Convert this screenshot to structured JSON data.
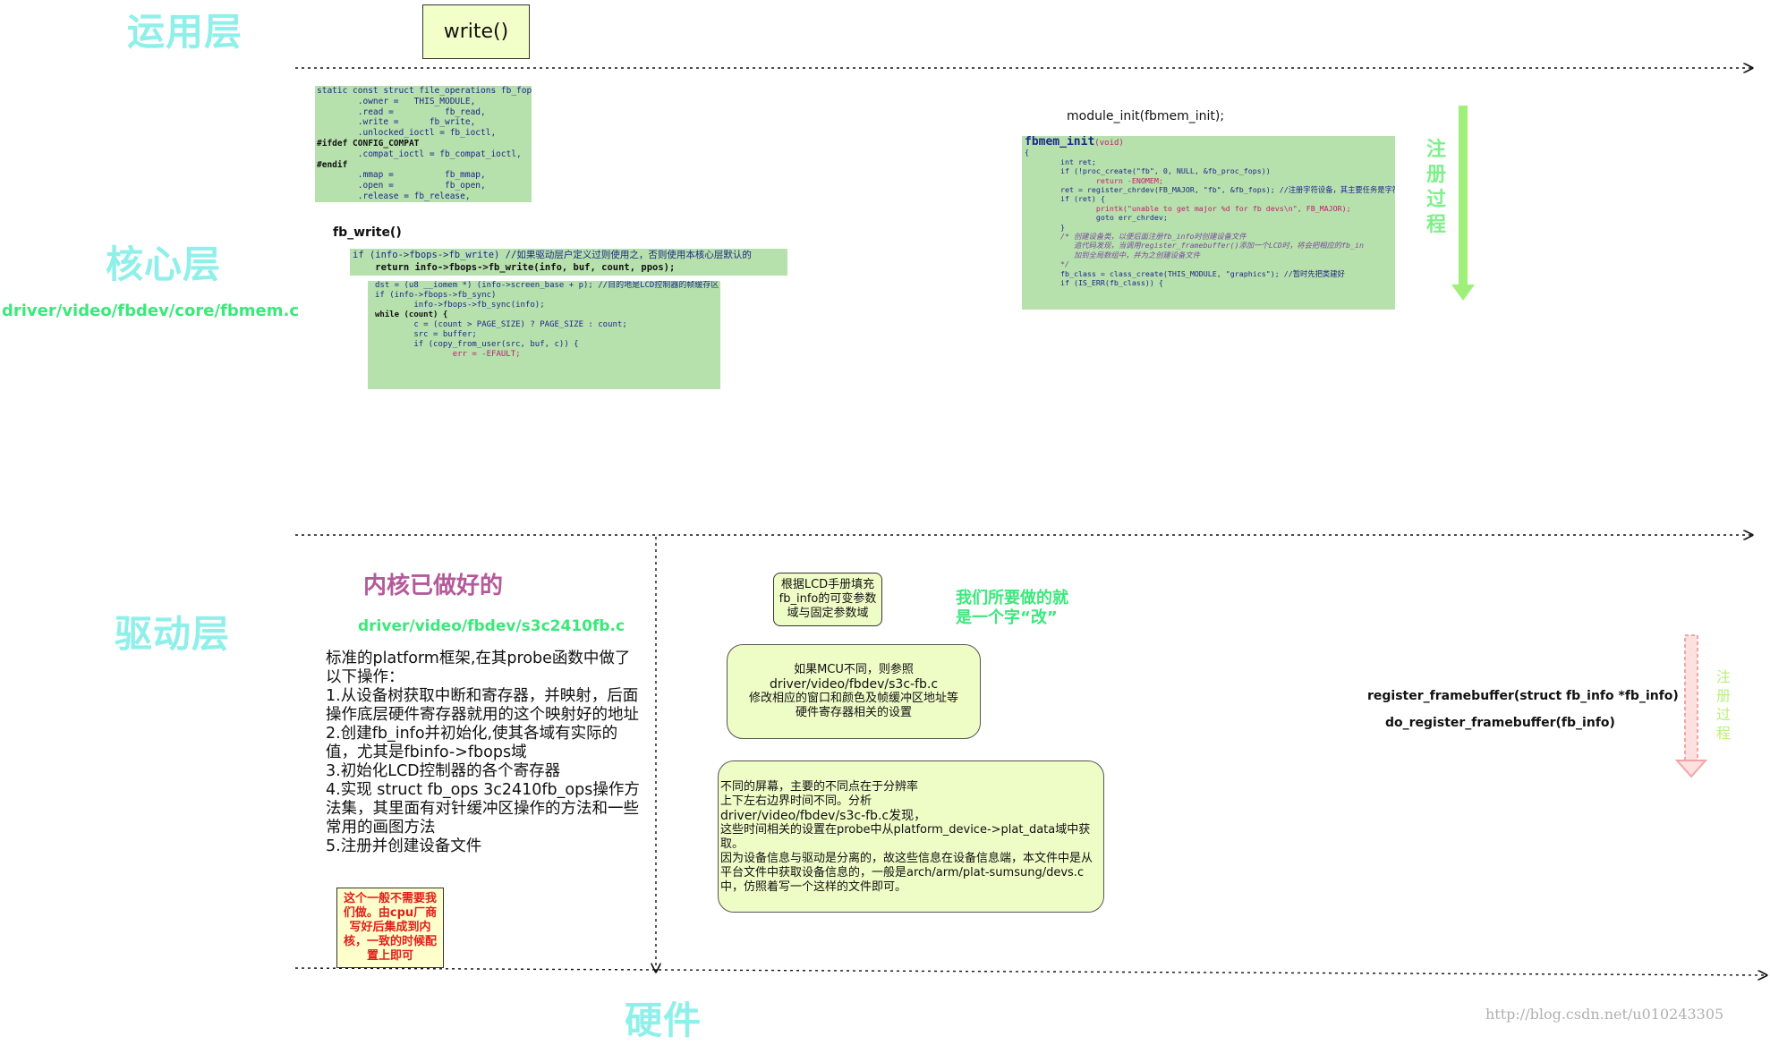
{
  "layers": {
    "app": "运用层",
    "core": "核心层",
    "core_path": "driver/video/fbdev/core/fbmem.c",
    "driver": "驱动层",
    "hardware": "硬件"
  },
  "write_box": "write()",
  "fops_code": [
    "static const struct file_operations fb_fops = {",
    "        .owner =   THIS_MODULE,",
    "        .read =          fb_read,",
    "        .write =      fb_write,",
    "        .unlocked_ioctl = fb_ioctl,",
    "#ifdef CONFIG_COMPAT",
    "        .compat_ioctl = fb_compat_ioctl,",
    "#endif",
    "        .mmap =          fb_mmap,",
    "        .open =          fb_open,",
    "        .release = fb_release,"
  ],
  "fb_write_title": "fb_write()",
  "fb_write_code": [
    "if (info->fbops->fb_write) //如果驱动层户定义过则使用之，否则使用本核心层默认的",
    "    return info->fbops->fb_write(info, buf, count, ppos);"
  ],
  "fb_write_code2": [
    "dst = (u8 __iomem *) (info->screen_base + p); //目的地是LCD控制器的帧缓存区",
    "",
    "if (info->fbops->fb_sync)",
    "        info->fbops->fb_sync(info);",
    "",
    "while (count) {",
    "        c = (count > PAGE_SIZE) ? PAGE_SIZE : count;",
    "        src = buffer;",
    "",
    "        if (copy_from_user(src, buf, c)) {",
    "                err = -EFAULT;"
  ],
  "module_init": "module_init(fbmem_init);",
  "fbmem_init_title": "fbmem_init",
  "fbmem_init_param": "(void)",
  "fbmem_init_code": [
    "{",
    "        int ret;",
    "",
    "        if (!proc_create(\"fb\", 0, NULL, &fb_proc_fops))",
    "                return -ENOMEM;",
    "",
    "        ret = register_chrdev(FB_MAJOR, \"fb\", &fb_fops); //注册字符设备，其主要任务是字符设备",
    "        if (ret) {",
    "                printk(\"unable to get major %d for fb devs\\n\", FB_MAJOR);",
    "                goto err_chrdev;",
    "        }",
    "        /* 创建设备类，以便后面注册fb_info时创建设备文件",
    "           追代码发现，当调用register_framebuffer()添加一个LCD时，将会把相应的fb_in",
    "           加到全局数组中，并为之创建设备文件",
    "        */",
    "        fb_class = class_create(THIS_MODULE, \"graphics\"); //暂时先把类建好",
    "        if (IS_ERR(fb_class)) {"
  ],
  "register_process": "注册过程",
  "kernel_done_title": "内核已做好的",
  "s3c_path": "driver/video/fbdev/s3c2410fb.c",
  "kernel_steps": [
    "标准的platform框架,在其probe函数中做了以下操作：",
    "1.从设备树获取中断和寄存器，并映射，后面操作底层硬件寄存器就用的这个映射好的地址",
    "2.创建fb_info并初始化,使其各域有实际的值，尤其是fbinfo->fbops域",
    "3.初始化LCD控制器的各个寄存器",
    "4.实现 struct fb_ops 3c2410fb_ops操作方法集，其里面有对针缓冲区操作的方法和一些常用的画图方法",
    "5.注册并创建设备文件"
  ],
  "vendor_note": "这个一般不需要我们做。由cpu厂商写好后集成到内核，一致的时候配置上即可",
  "lcd_note": "根据LCD手册填充fb_info的可变参数域与固定参数域",
  "our_work": "我们所要做的就是一个字“改”",
  "mcu_note": [
    "如果MCU不同，则参照",
    "driver/video/fbdev/s3c-fb.c",
    "修改相应的窗口和颜色及帧缓冲区地址等",
    "硬件寄存器相关的设置"
  ],
  "screen_note": [
    "不同的屏幕，主要的不同点在于分辨率",
    "上下左右边界时间不同。分析",
    "driver/video/fbdev/s3c-fb.c发现，",
    "这些时间相关的设置在probe中从platform_device->plat_data域中获取。",
    "因为设备信息与驱动是分离的，故这些信息在设备信息端，本文件中是从平台文件中获取设备信息的，一般是arch/arm/plat-sumsung/devs.c中，仿照着写一个这样的文件即可。"
  ],
  "register_fb": "register_framebuffer(struct fb_info *fb_info)",
  "do_register_fb": "do_register_framebuffer(fb_info)",
  "register_process2": "注册过程",
  "watermark": "http://blog.csdn.net/u010243305",
  "colors": {
    "layer_text": "#8ff0ea",
    "code_bg": "#b6e0ac",
    "green_arrow": "#9ef07a",
    "pink_arrow": "#f3a5a5",
    "note_bg": "#eefcc6",
    "title_purple": "#b45a9a",
    "green_text": "#3be87a",
    "red_text": "#e0201a",
    "yellow_bg": "#ffffcc"
  }
}
